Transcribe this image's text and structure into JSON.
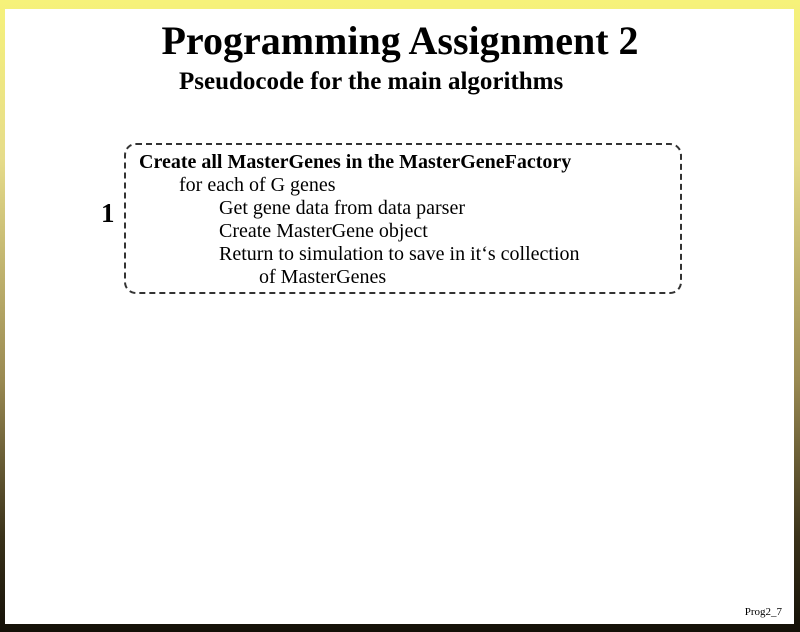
{
  "slide": {
    "title": "Programming Assignment 2",
    "subtitle": "Pseudocode for the main algorithms",
    "step_number": "1",
    "pseudocode": [
      {
        "text": "Create all MasterGenes in the MasterGeneFactory",
        "indent": 0,
        "bold": true
      },
      {
        "text": "for each of G genes",
        "indent": 1,
        "bold": false
      },
      {
        "text": "Get gene data from data parser",
        "indent": 2,
        "bold": false
      },
      {
        "text": "Create MasterGene object",
        "indent": 2,
        "bold": false
      },
      {
        "text": "Return to simulation to save in it‘s collection",
        "indent": 2,
        "bold": false
      },
      {
        "text": "of MasterGenes",
        "indent": 3,
        "bold": false
      }
    ],
    "footer": "Prog2_7"
  },
  "colors": {
    "border_top": "#f6f27a",
    "border_bottom": "#141007",
    "background": "#ffffff",
    "text": "#000000"
  }
}
